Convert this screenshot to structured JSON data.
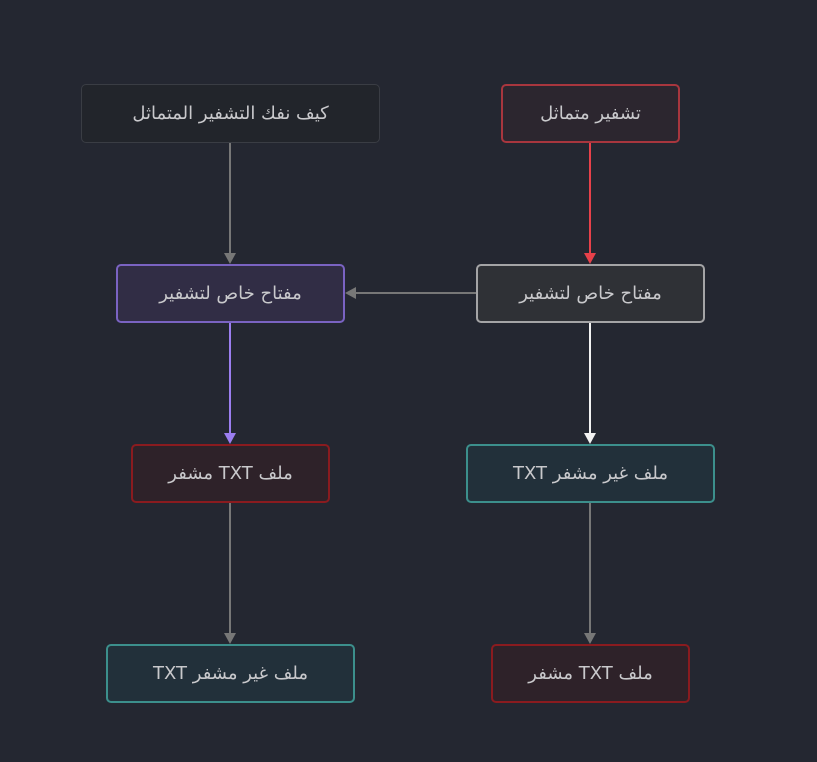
{
  "colors": {
    "background": "#242731",
    "edge_gray": "#777777",
    "edge_red": "#e7414a",
    "edge_white": "#f2f2f2",
    "edge_purple": "#9b7ef0"
  },
  "nodes": {
    "how_decrypt": "كيف نفك التشفير المتماثل",
    "symmetric": "تشفير متماثل",
    "key_left": "مفتاح خاص لتشفير",
    "key_right": "مفتاح خاص لتشفير",
    "enc_left": "ملف TXT مشفر",
    "plain_right": "ملف غير مشفر TXT",
    "plain_left": "ملف غير مشفر TXT",
    "enc_right": "ملف TXT مشفر"
  }
}
